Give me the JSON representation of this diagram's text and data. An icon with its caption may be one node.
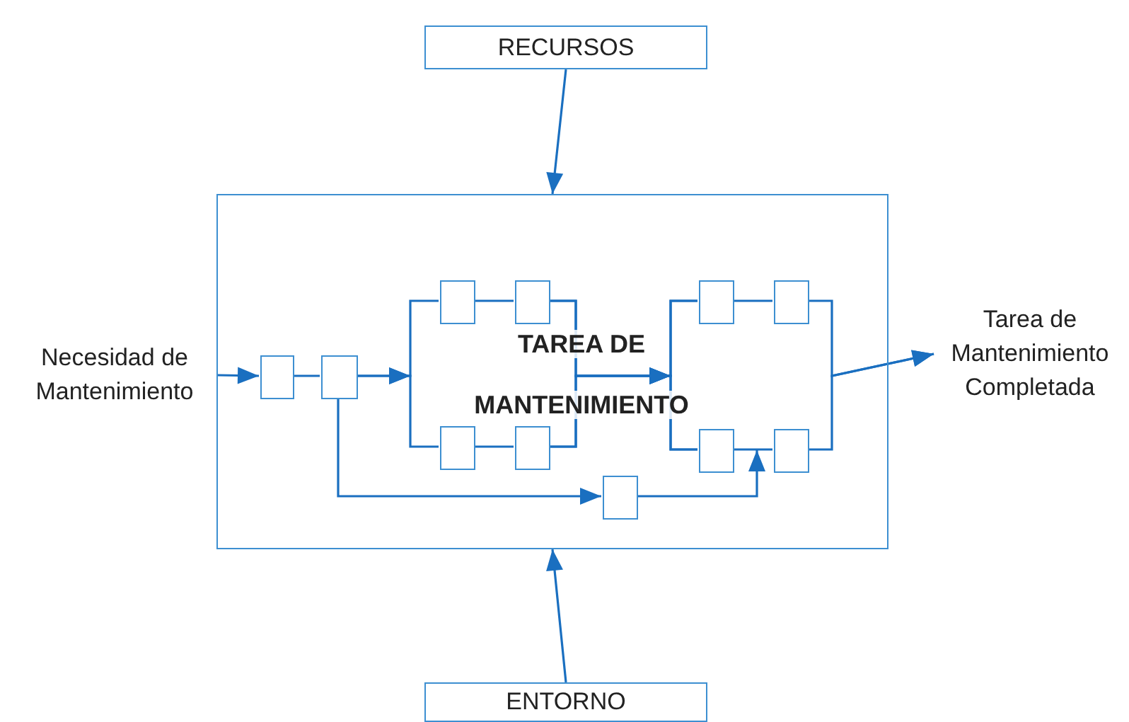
{
  "diagram": {
    "nodes": [
      {
        "text": [
          "RECURSOS"
        ]
      },
      {
        "text": [
          "TAREA DE MANTENIMIENTO"
        ]
      },
      {
        "text": [
          "ENTORNO"
        ]
      },
      {
        "text": [
          "Necesidad de Mantenimiento"
        ]
      },
      {
        "text": [
          "Tarea de Mantenimiento Completada"
        ]
      },
      {
        "text": [],
        "shape": "box",
        "in": 1
      },
      {
        "text": [],
        "shape": "box",
        "in": 1
      },
      {
        "text": [],
        "shape": "box",
        "in": 1
      },
      {
        "text": [],
        "shape": "box",
        "in": 1
      },
      {
        "text": [],
        "shape": "box",
        "in": 1
      },
      {
        "text": [],
        "shape": "box",
        "in": 1
      },
      {
        "text": [],
        "shape": "box",
        "in": 1
      },
      {
        "text": [],
        "shape": "box",
        "in": 1
      },
      {
        "text": [],
        "shape": "box",
        "in": 1
      },
      {
        "text": [],
        "shape": "box",
        "in": 1
      },
      {
        "text": [],
        "shape": "box",
        "in": 1
      }
    ],
    "edges": [
      {
        "from": 0,
        "to": 1,
        "arrow": "to"
      },
      {
        "from": 2,
        "to": 1,
        "arrow": "to"
      },
      {
        "from": 3,
        "to": 5,
        "arrow": "to"
      },
      {
        "from": 5,
        "to": 6,
        "arrow": "none"
      },
      {
        "from": 6,
        "to": 7,
        "arrow": "to"
      },
      {
        "from": 6,
        "to": 9,
        "arrow": "to"
      },
      {
        "from": 7,
        "to": 8,
        "arrow": "none"
      },
      {
        "from": 9,
        "to": 10,
        "arrow": "none"
      },
      {
        "from": 8,
        "to": 11,
        "arrow": "to"
      },
      {
        "from": 8,
        "to": 13,
        "arrow": "to"
      },
      {
        "from": 10,
        "to": 11,
        "arrow": "to"
      },
      {
        "from": 10,
        "to": 13,
        "arrow": "to"
      },
      {
        "from": 11,
        "to": 12,
        "arrow": "none"
      },
      {
        "from": 13,
        "to": 14,
        "arrow": "none"
      },
      {
        "from": 12,
        "to": 4,
        "arrow": "to"
      },
      {
        "from": 14,
        "to": 4,
        "arrow": "to"
      },
      {
        "from": 6,
        "to": 15,
        "arrow": "to"
      },
      {
        "from": 15,
        "to": 13,
        "arrow": "to"
      }
    ]
  }
}
